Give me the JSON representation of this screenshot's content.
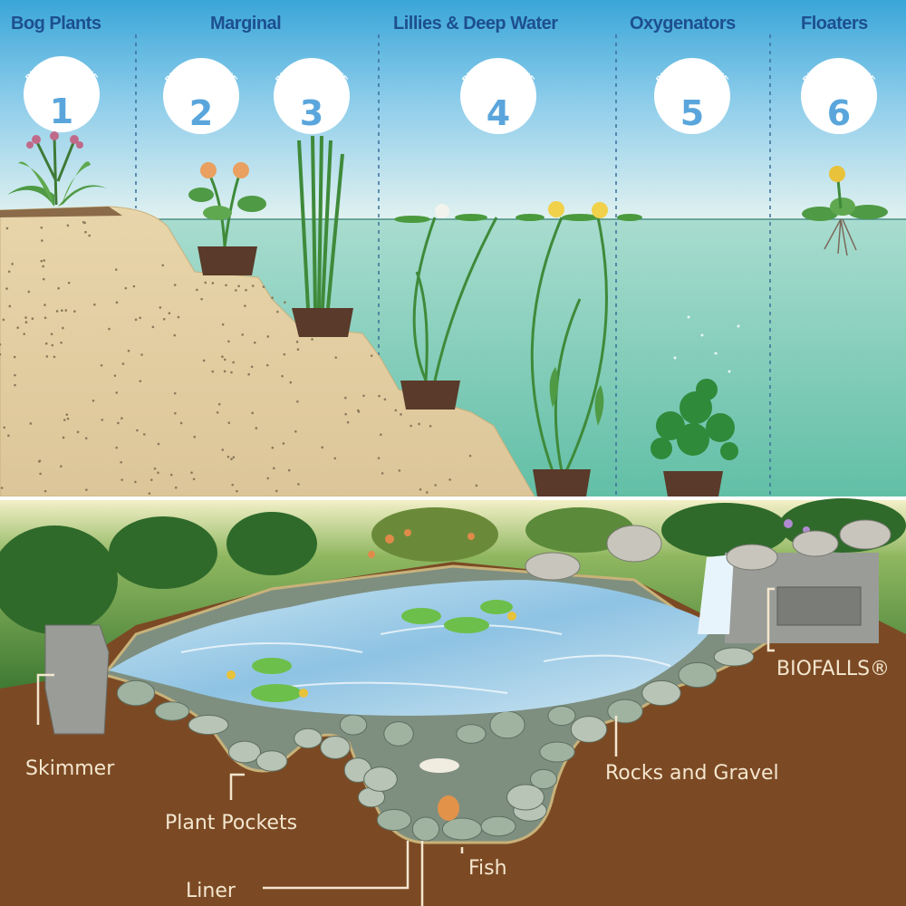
{
  "zones": [
    {
      "number": "1",
      "arc_text": "PLANTING ZONE"
    },
    {
      "number": "2",
      "arc_text": "PLANTING ZONE"
    },
    {
      "number": "3",
      "arc_text": "PLANTING ZONE"
    },
    {
      "number": "4",
      "arc_text": "PLANTING ZONE"
    },
    {
      "number": "5",
      "arc_text": "PLANTING ZONE"
    },
    {
      "number": "6",
      "arc_text": "PLANTING ZONE"
    }
  ],
  "categories": [
    "Bog Plants",
    "Marginal",
    "Lillies & Deep Water",
    "Oxygenators",
    "Floaters"
  ],
  "pond_labels": {
    "skimmer": "Skimmer",
    "plant_pockets": "Plant Pockets",
    "liner": "Liner",
    "fish": "Fish",
    "rocks_and_gravel": "Rocks and Gravel",
    "biofalls": "BIOFALLS®"
  },
  "colors": {
    "sky_top": "#3aa6d8",
    "water": "#7fcab8",
    "sand": "#e5d2a6",
    "soil": "#7b4a24",
    "pond_water": "#a9d3ea",
    "heading_text": "#1d4f8f",
    "zone_number": "#5aa6dc"
  }
}
